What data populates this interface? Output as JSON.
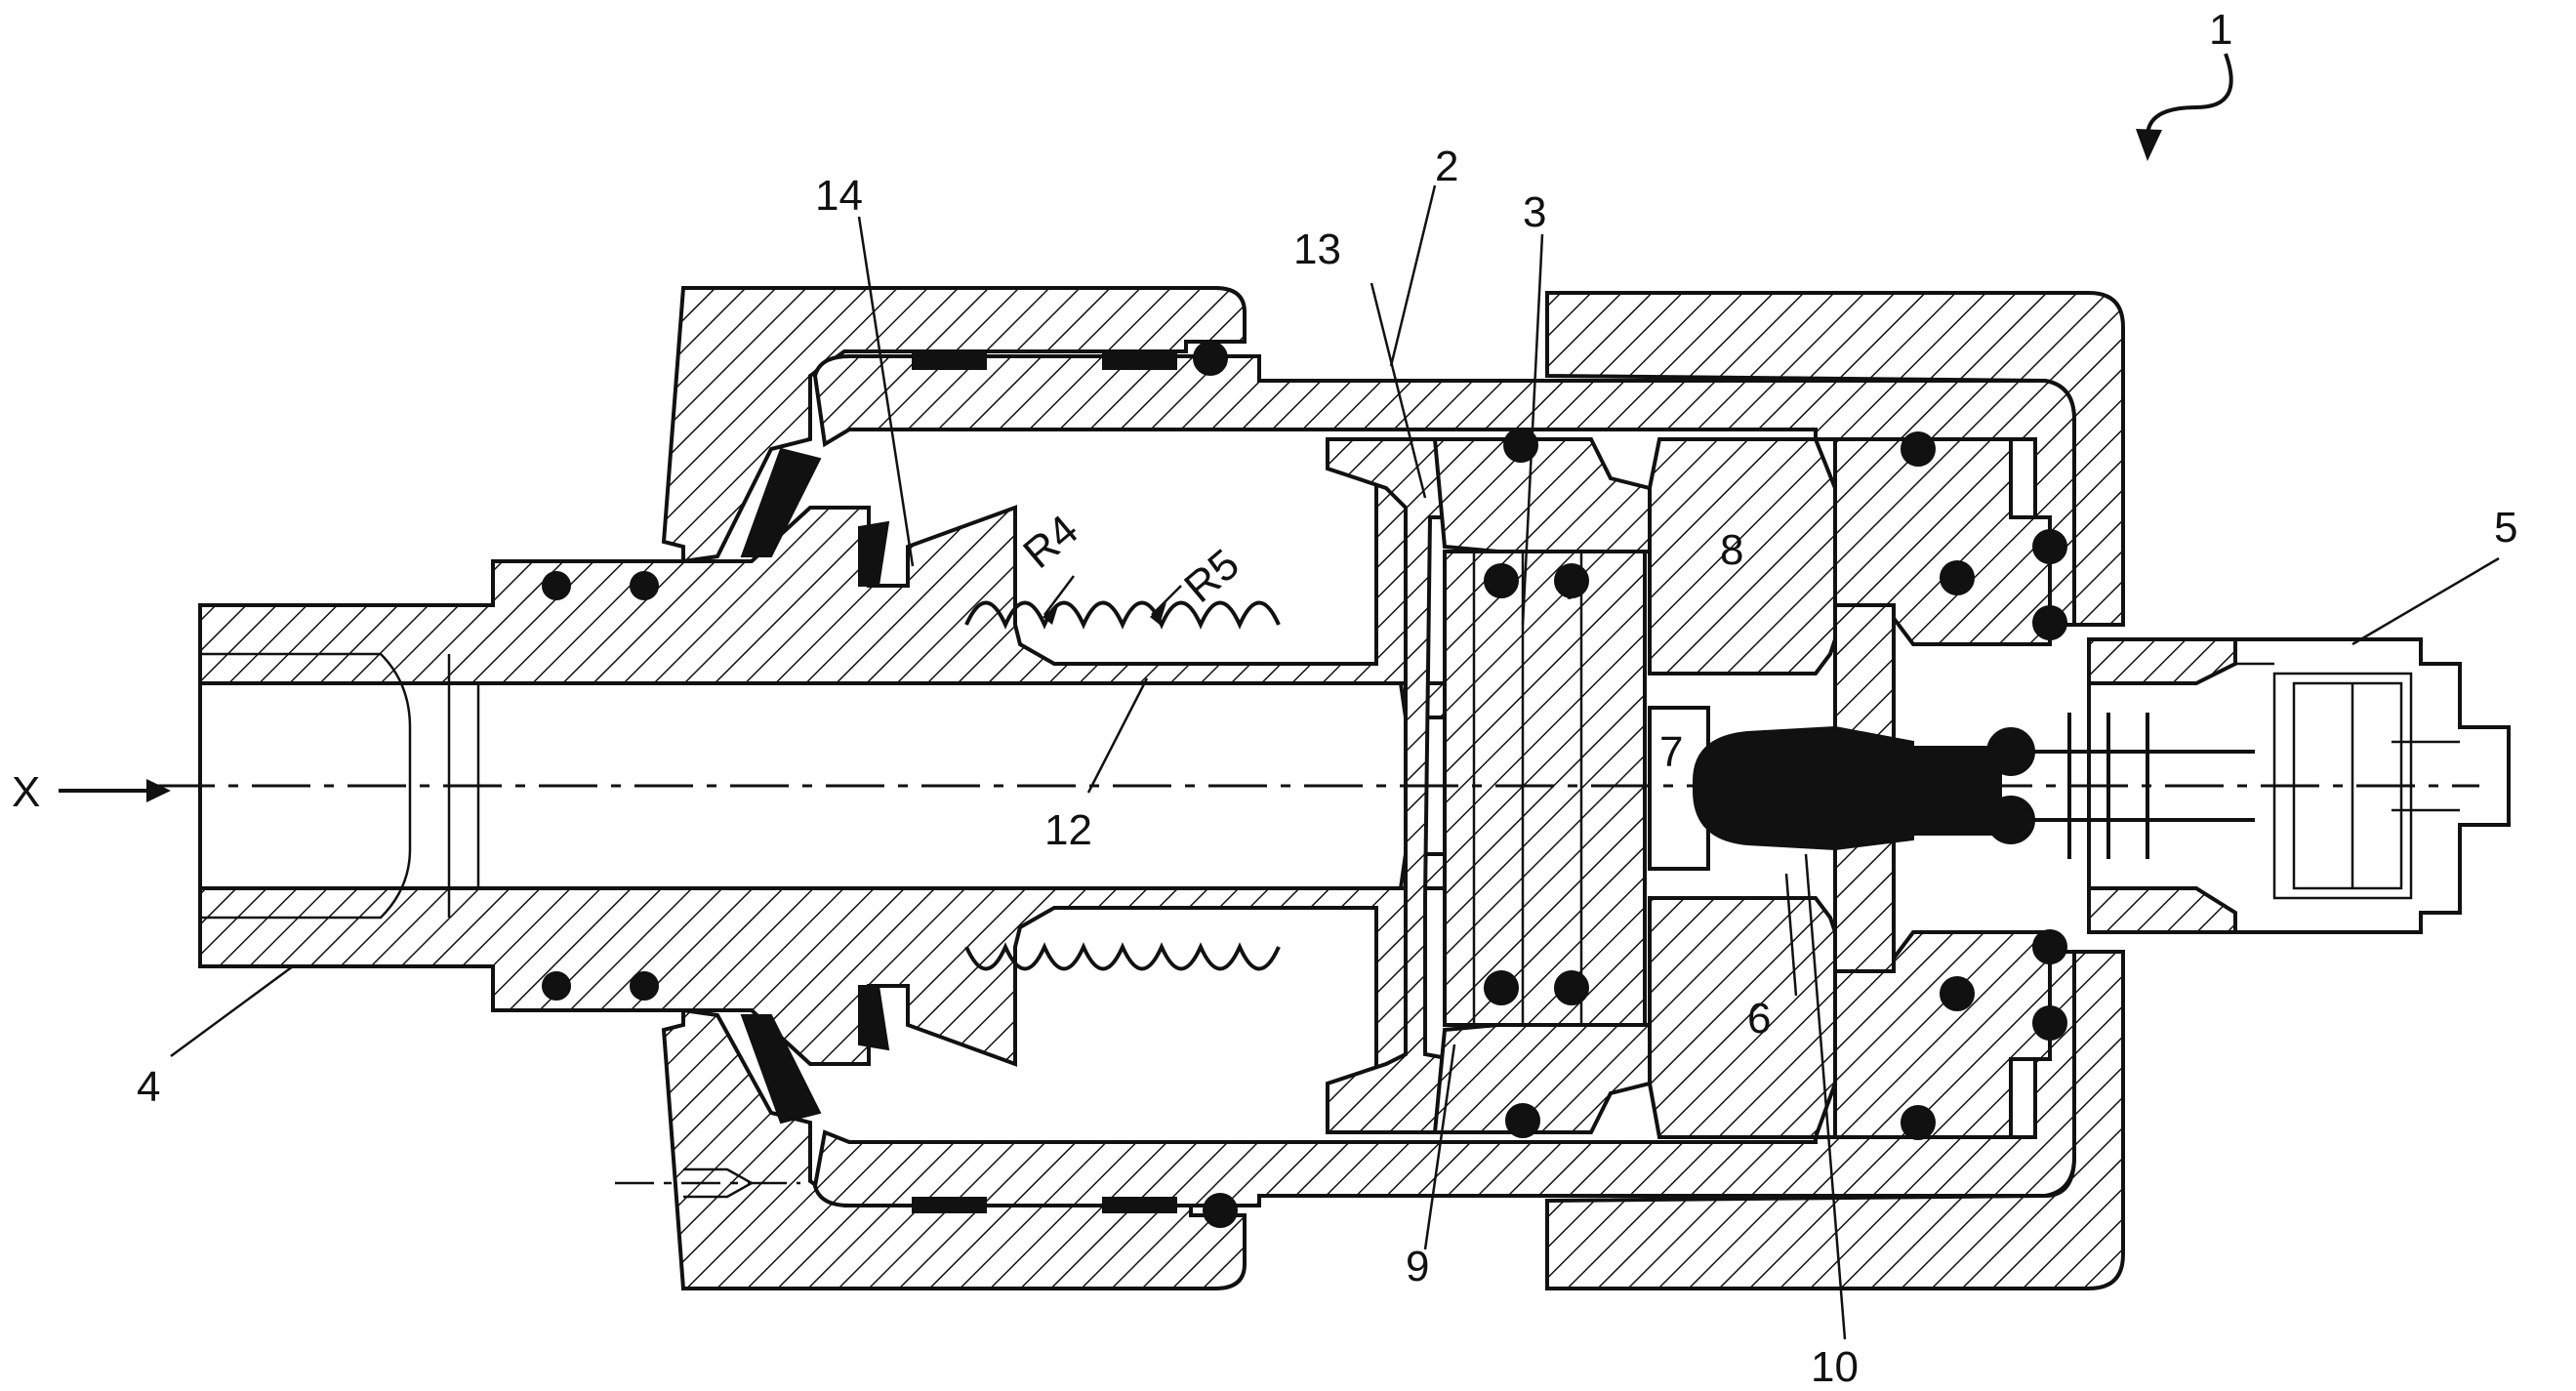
{
  "figure": {
    "callouts": [
      {
        "id": "1",
        "text": "1"
      },
      {
        "id": "2",
        "text": "2"
      },
      {
        "id": "3",
        "text": "3"
      },
      {
        "id": "4",
        "text": "4"
      },
      {
        "id": "5",
        "text": "5"
      },
      {
        "id": "6",
        "text": "6"
      },
      {
        "id": "7a",
        "text": "7"
      },
      {
        "id": "7b",
        "text": "7"
      },
      {
        "id": "8",
        "text": "8"
      },
      {
        "id": "9",
        "text": "9"
      },
      {
        "id": "10",
        "text": "10"
      },
      {
        "id": "12",
        "text": "12"
      },
      {
        "id": "13",
        "text": "13"
      },
      {
        "id": "14",
        "text": "14"
      },
      {
        "id": "R4",
        "text": "R4"
      },
      {
        "id": "R5",
        "text": "R5"
      }
    ],
    "axis_label": "X",
    "colors": {
      "line": "#111111",
      "background": "#ffffff"
    }
  }
}
